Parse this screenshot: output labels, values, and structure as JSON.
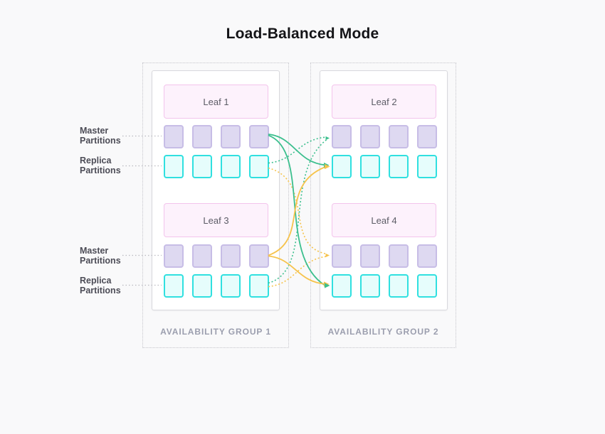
{
  "title": "Load-Balanced Mode",
  "side_labels": {
    "master": {
      "line1": "Master",
      "line2": "Partitions"
    },
    "replica": {
      "line1": "Replica",
      "line2": "Partitions"
    }
  },
  "partitions_per_row": 4,
  "groups": [
    {
      "name": "AVAILABILITY GROUP 1",
      "leaves": [
        {
          "label": "Leaf 1"
        },
        {
          "label": "Leaf 3"
        }
      ]
    },
    {
      "name": "AVAILABILITY GROUP 2",
      "leaves": [
        {
          "label": "Leaf 2"
        },
        {
          "label": "Leaf 4"
        }
      ]
    }
  ],
  "connections": [
    {
      "from": "Leaf 1 master partitions",
      "to": "Leaf 2 replica partitions",
      "style": "solid",
      "color": "green"
    },
    {
      "from": "Leaf 1 master partitions",
      "to": "Leaf 4 replica partitions",
      "style": "solid",
      "color": "green"
    },
    {
      "from": "Leaf 3 master partitions",
      "to": "Leaf 2 replica partitions",
      "style": "solid",
      "color": "orange"
    },
    {
      "from": "Leaf 3 master partitions",
      "to": "Leaf 4 replica partitions",
      "style": "solid",
      "color": "orange"
    },
    {
      "from": "Leaf 1 replica partitions",
      "to": "Leaf 2 master partitions",
      "style": "dotted",
      "color": "green"
    },
    {
      "from": "Leaf 3 replica partitions",
      "to": "Leaf 2 master partitions",
      "style": "dotted",
      "color": "green"
    },
    {
      "from": "Leaf 1 replica partitions",
      "to": "Leaf 4 master partitions",
      "style": "dotted",
      "color": "orange"
    },
    {
      "from": "Leaf 3 replica partitions",
      "to": "Leaf 4 master partitions",
      "style": "dotted",
      "color": "orange"
    }
  ],
  "colors": {
    "background": "#f9f9fa",
    "green": "#3cbf8e",
    "orange": "#f6c34c",
    "master_fill": "#ded9f1",
    "master_border": "#c7bde6",
    "replica_fill": "#e6fdfc",
    "replica_border": "#30e0e0",
    "leaf_fill": "#fdf2fc",
    "leaf_border": "#f3c4ec",
    "card_border": "#d8d8dd",
    "group_border": "#c5c5cb",
    "group_label": "#9b9eae",
    "side_label": "#4c4c56",
    "leaf_label": "#5c5c66",
    "leader": "#b9b9c0",
    "title": "#141417"
  }
}
